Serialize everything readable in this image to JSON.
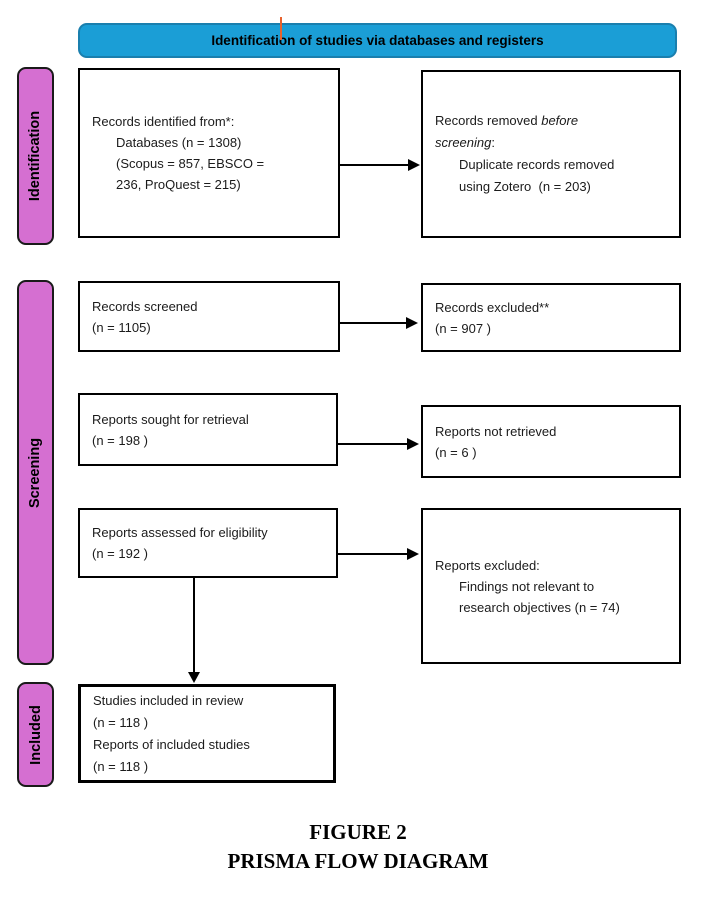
{
  "header": {
    "title": "Identification of studies via databases and registers"
  },
  "stages": {
    "identification": "Identification",
    "screening": "Screening",
    "included": "Included"
  },
  "boxes": {
    "identified": {
      "l1": "Records identified from*:",
      "l2": "Databases (n = 1308)",
      "l3": "(Scopus = 857, EBSCO =",
      "l4": "236, ProQuest = 215)"
    },
    "removed": {
      "l1a": "Records removed ",
      "l1b": "before",
      "l2a": "screening",
      "l2b": ":",
      "l3": "Duplicate records removed",
      "l4": "using Zotero  (n = 203)"
    },
    "screened": {
      "l1": "Records screened",
      "l2": "(n = 1105)"
    },
    "excluded": {
      "l1": "Records excluded**",
      "l2": "(n = 907 )"
    },
    "sought": {
      "l1": "Reports sought for retrieval",
      "l2": "(n = 198 )"
    },
    "not_retrieved": {
      "l1": "Reports not retrieved",
      "l2": "(n = 6 )"
    },
    "assessed": {
      "l1": "Reports assessed for eligibility",
      "l2": "(n = 192 )"
    },
    "reports_excluded": {
      "l1": "Reports excluded:",
      "l2": "Findings not relevant to",
      "l3": "research objectives (n = 74)"
    },
    "included": {
      "l1": "Studies included in review",
      "l2": "(n = 118 )",
      "l3": "Reports of included studies",
      "l4": "(n = 118 )"
    }
  },
  "caption": {
    "line1": "FIGURE 2",
    "line2": "PRISMA FLOW DIAGRAM"
  },
  "colors": {
    "header_bg": "#1B9ED6",
    "header_border": "#1A7FAE",
    "stage_bg": "#D56FD1",
    "stage_border": "#1a1a1a",
    "box_border": "#000000",
    "arrow": "#000000",
    "caret": "#E8622D",
    "text": "#1b1b1b"
  }
}
